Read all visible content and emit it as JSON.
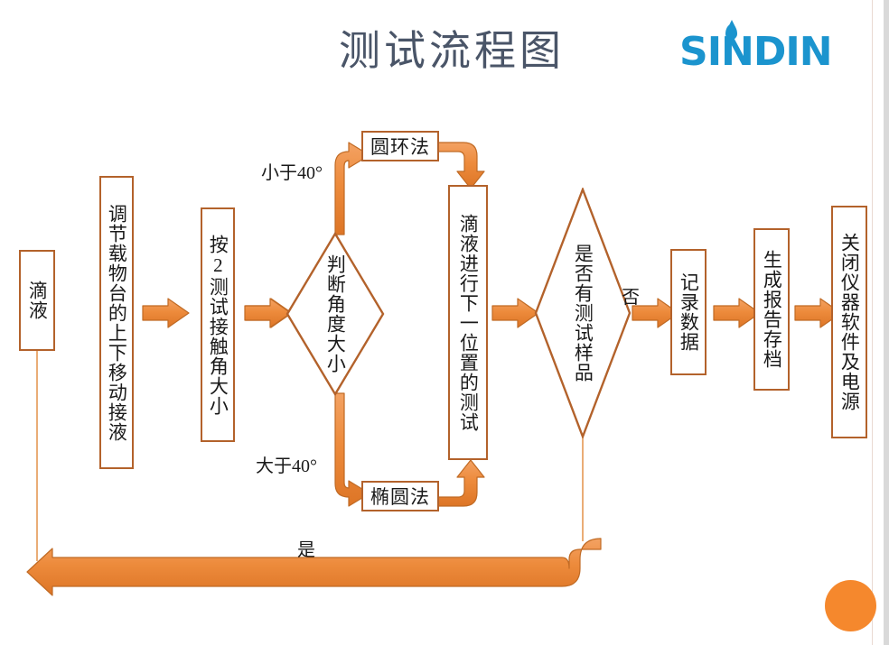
{
  "header": {
    "title": "测试流程图",
    "logo_text": "SINDIN",
    "logo_icon": "water-drop-icon",
    "logo_color": "#1b94ce",
    "title_color": "#4a5568"
  },
  "theme": {
    "node_border": "#b3622b",
    "node_fill": "#ffffff",
    "arrow_fill": "#ed8b3c",
    "arrow_stroke": "#c06a24",
    "thin_line": "#e08a3c",
    "deco_circle": "#f5882d",
    "page_rule": "#e9d9d2",
    "page_edge": "#d9d9d9"
  },
  "flow": {
    "nodes": [
      {
        "id": "n1",
        "name": "drip-liquid",
        "shape": "rect",
        "label": "滴液",
        "orientation": "vertical"
      },
      {
        "id": "n2",
        "name": "adjust-stage",
        "shape": "rect",
        "label": "调节载物台的上下移动接液",
        "orientation": "vertical"
      },
      {
        "id": "n3",
        "name": "press-2-measure-angle",
        "shape": "rect",
        "label": "按2测试接触角大小",
        "orientation": "vertical"
      },
      {
        "id": "d1",
        "name": "judge-angle-size",
        "shape": "diamond",
        "label": "判断角度大小",
        "orientation": "vertical"
      },
      {
        "id": "n4",
        "name": "circle-ring-method",
        "shape": "rect",
        "label": "圆环法",
        "orientation": "horizontal"
      },
      {
        "id": "n5",
        "name": "ellipse-method",
        "shape": "rect",
        "label": "椭圆法",
        "orientation": "horizontal"
      },
      {
        "id": "n6",
        "name": "next-position-test",
        "shape": "rect",
        "label": "滴液进行下一位置的测试",
        "orientation": "vertical"
      },
      {
        "id": "d2",
        "name": "has-more-samples",
        "shape": "diamond",
        "label": "是否有测试样品",
        "orientation": "vertical"
      },
      {
        "id": "n7",
        "name": "record-data",
        "shape": "rect",
        "label": "记录数据",
        "orientation": "vertical"
      },
      {
        "id": "n8",
        "name": "generate-report-archive",
        "shape": "rect",
        "label": "生成报告存档",
        "orientation": "vertical"
      },
      {
        "id": "n9",
        "name": "shutdown-software-power",
        "shape": "rect",
        "label": "关闭仪器软件及电源",
        "orientation": "vertical"
      }
    ],
    "edge_labels": [
      {
        "name": "label-less-than-40",
        "text": "小于40°"
      },
      {
        "name": "label-more-than-40",
        "text": "大于40°"
      },
      {
        "name": "label-no",
        "text": "否"
      },
      {
        "name": "label-yes",
        "text": "是"
      }
    ]
  }
}
